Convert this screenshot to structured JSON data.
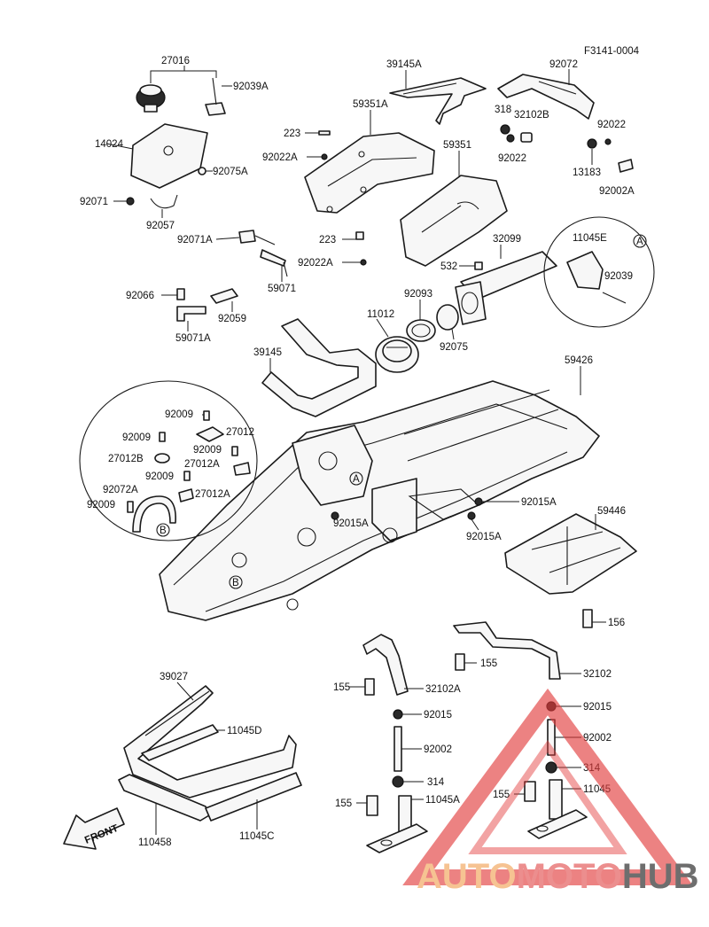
{
  "figure_code": "F3141-0004",
  "front_arrow": "FRONT",
  "detail_markers": {
    "a": "A",
    "b": "B"
  },
  "watermark": {
    "part1": "AUTO",
    "part2": "MOTO",
    "part3": "HUB",
    "color_auto": "#f5b97f",
    "color_moto": "#e97b7b",
    "color_hub": "#555555",
    "triangle_color": "#e23b3b"
  },
  "labels": {
    "l_27016": "27016",
    "l_92039A": "92039A",
    "l_14024": "14024",
    "l_92075A": "92075A",
    "l_92071": "92071",
    "l_92057": "92057",
    "l_39145A": "39145A",
    "l_92072": "92072",
    "l_59351A": "59351A",
    "l_223a": "223",
    "l_92022Aa": "92022A",
    "l_318": "318",
    "l_32102B": "32102B",
    "l_92022a": "92022",
    "l_92022b": "92022",
    "l_13183": "13183",
    "l_92002A": "92002A",
    "l_59351": "59351",
    "l_92071A": "92071A",
    "l_223b": "223",
    "l_92022Ab": "92022A",
    "l_32099": "32099",
    "l_532": "532",
    "l_11045E": "11045E",
    "l_92039": "92039",
    "l_59071": "59071",
    "l_92066": "92066",
    "l_92059": "92059",
    "l_59071A": "59071A",
    "l_92093": "92093",
    "l_11012": "11012",
    "l_92075": "92075",
    "l_39145": "39145",
    "l_59426": "59426",
    "l_92009a": "92009",
    "l_27012": "27012",
    "l_92009b": "92009",
    "l_92009c": "92009",
    "l_27012B": "27012B",
    "l_27012A": "27012A",
    "l_92009d": "92009",
    "l_92072A": "92072A",
    "l_27012Ab": "27012A",
    "l_92009e": "92009",
    "l_92015Aa": "92015A",
    "l_92015Ab": "92015A",
    "l_92015Ac": "92015A",
    "l_59446": "59446",
    "l_156": "156",
    "l_155a": "155",
    "l_155b": "155",
    "l_32102": "32102",
    "l_32102A": "32102A",
    "l_92015a": "92015",
    "l_92015b": "92015",
    "l_39027": "39027",
    "l_11045D": "11045D",
    "l_92002a": "92002",
    "l_92002b": "92002",
    "l_314a": "314",
    "l_314b": "314",
    "l_155c": "155",
    "l_155d": "155",
    "l_11045A": "11045A",
    "l_11045": "11045",
    "l_110458": "110458",
    "l_11045C": "11045C"
  }
}
